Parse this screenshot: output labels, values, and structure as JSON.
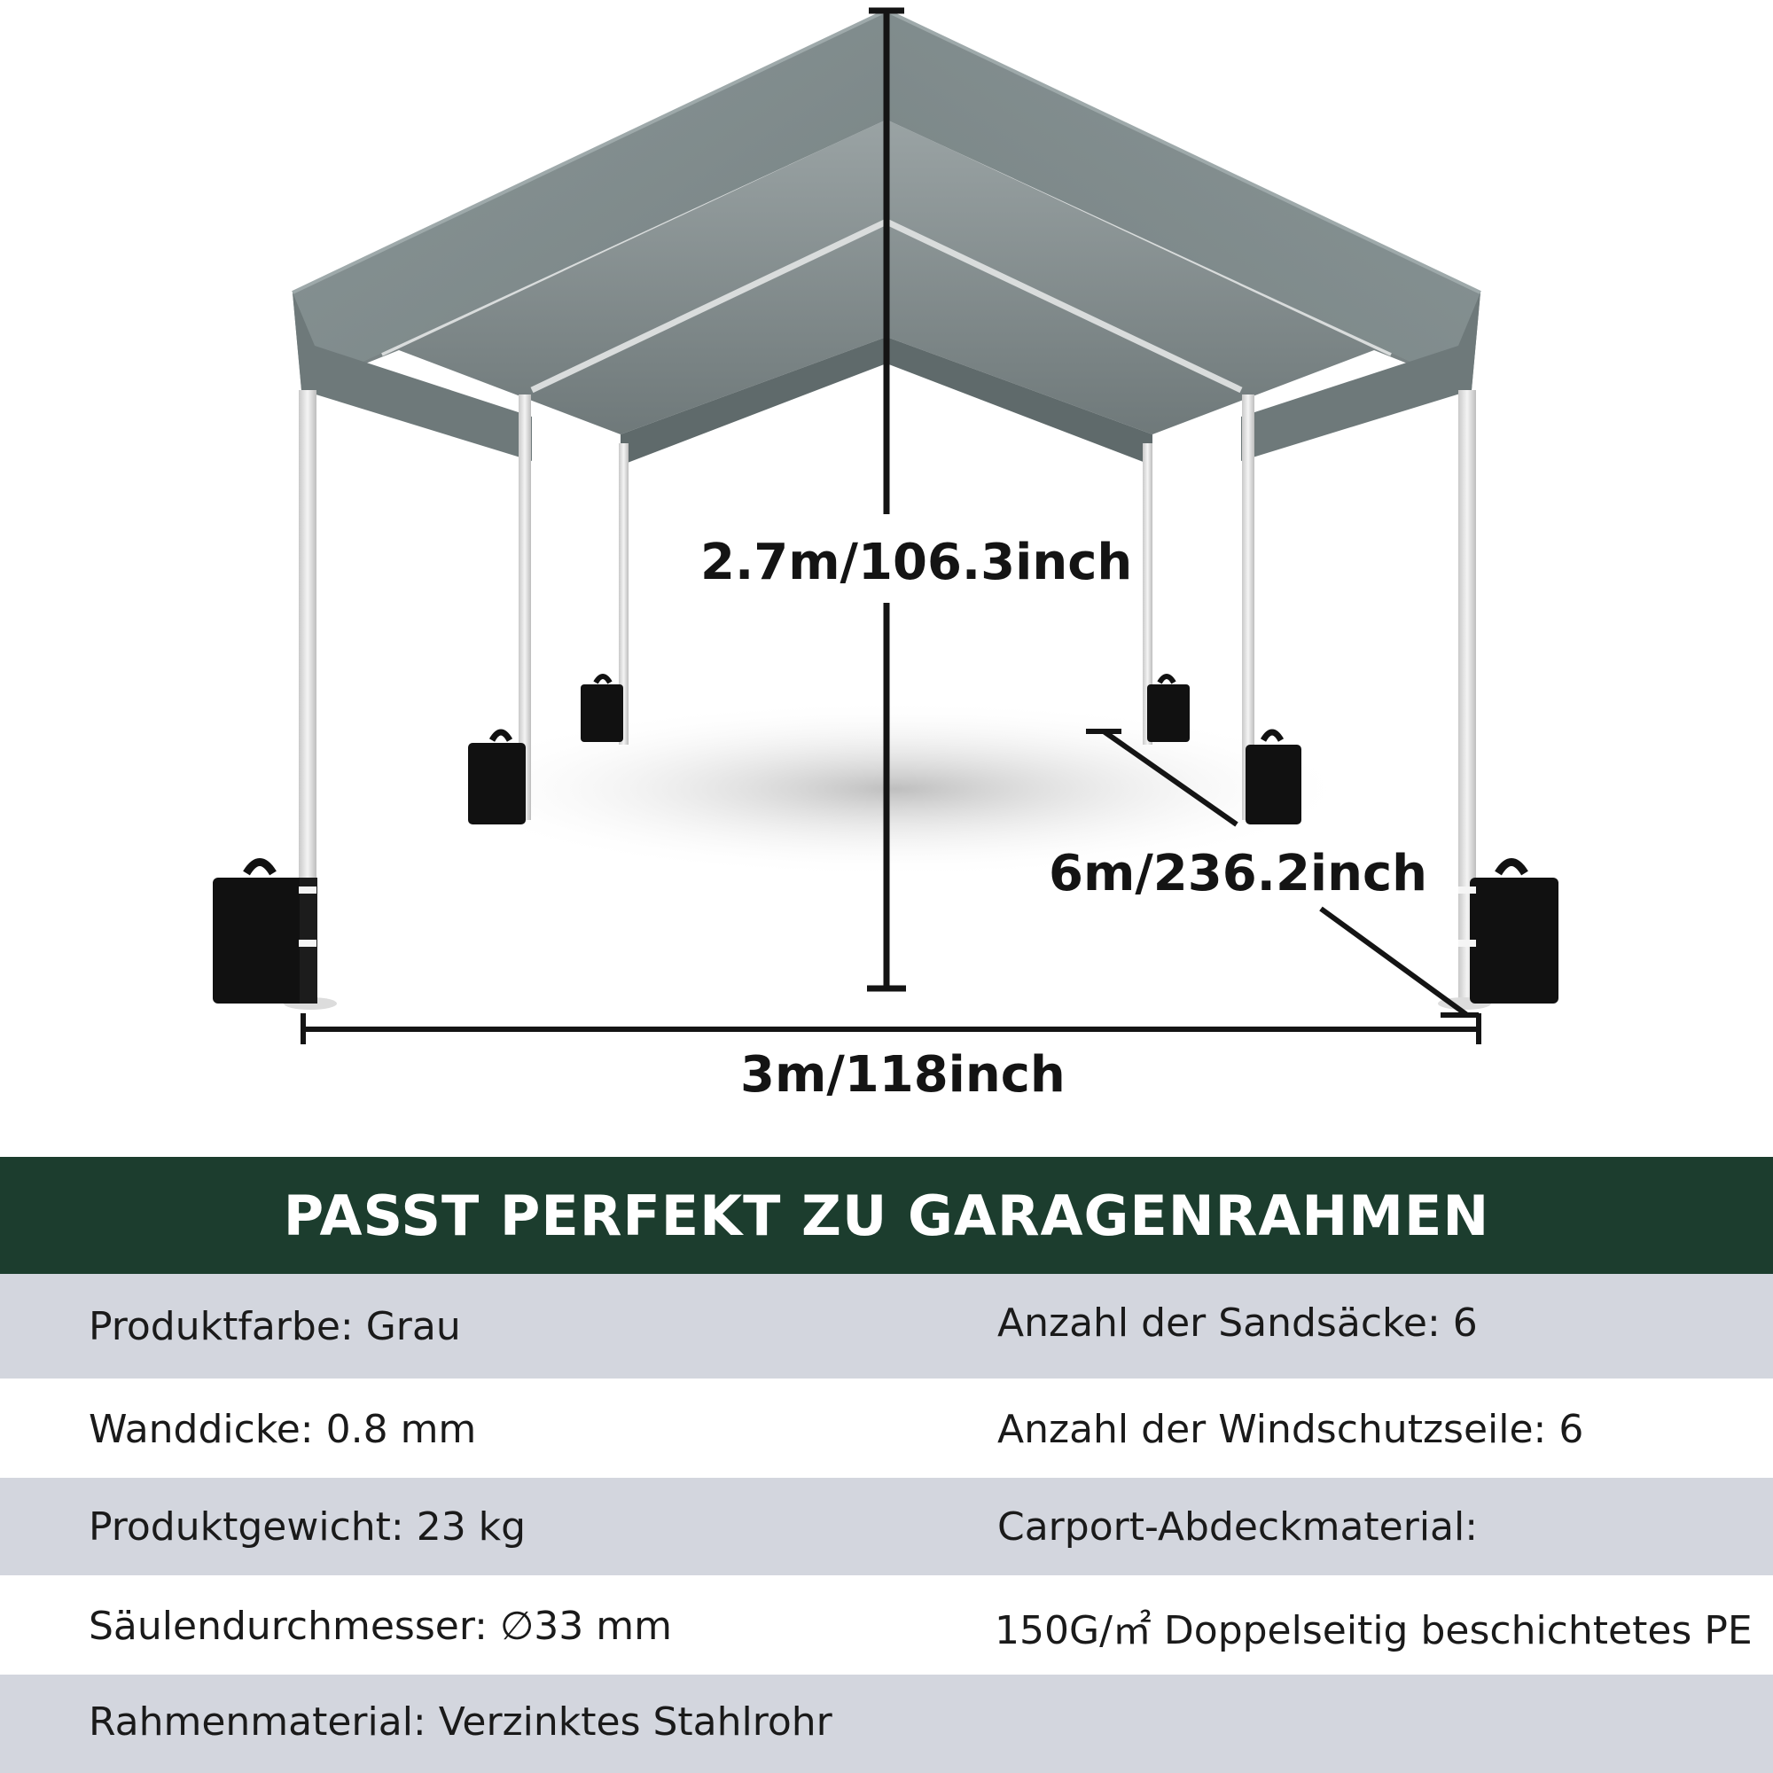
{
  "dimensions": {
    "height": "2.7m/106.3inch",
    "depth": "6m/236.2inch",
    "width": "3m/118inch"
  },
  "banner": {
    "title": "PASST PERFEKT ZU GARAGENRAHMEN"
  },
  "specs": {
    "rows": [
      {
        "left": "Produktfarbe: Grau",
        "right": "Anzahl der Sandsäcke: 6"
      },
      {
        "left": "Wanddicke: 0.8 mm",
        "right": "Anzahl der Windschutzseile: 6"
      },
      {
        "left": "Produktgewicht: 23 kg",
        "right": "Carport-Abdeckmaterial:"
      },
      {
        "left": "Säulendurchmesser: ∅33 mm",
        "right": "150G/㎡ Doppelseitig beschichtetes PE"
      },
      {
        "left": "Rahmenmaterial: Verzinktes Stahlrohr",
        "right": ""
      }
    ]
  },
  "colors": {
    "banner_bg": "#1c3d2e",
    "row_shaded": "#d3d6de",
    "canopy": "#7f8b8c",
    "sandbag": "#111111"
  }
}
